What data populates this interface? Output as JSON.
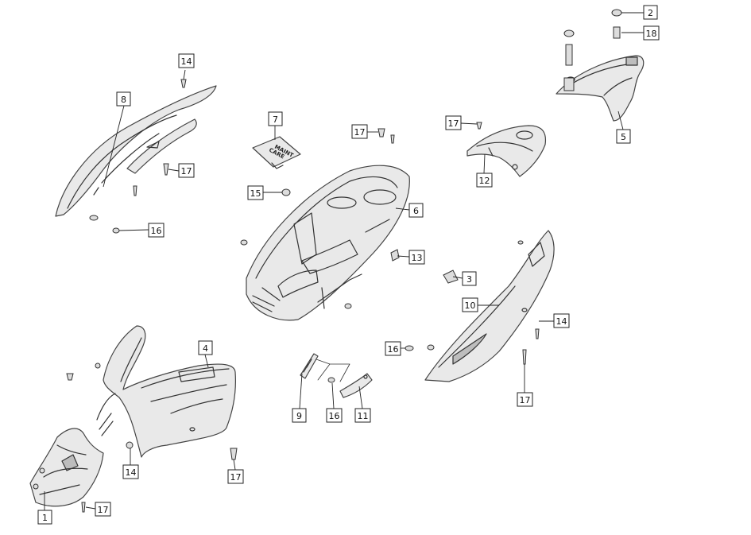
{
  "diagram": {
    "labels": [
      {
        "id": "c1",
        "text": "1"
      },
      {
        "id": "c2",
        "text": "2"
      },
      {
        "id": "c3",
        "text": "3"
      },
      {
        "id": "c4",
        "text": "4"
      },
      {
        "id": "c5",
        "text": "5"
      },
      {
        "id": "c6",
        "text": "6"
      },
      {
        "id": "c7",
        "text": "7"
      },
      {
        "id": "c8",
        "text": "8"
      },
      {
        "id": "c9",
        "text": "9"
      },
      {
        "id": "c10",
        "text": "10"
      },
      {
        "id": "c11",
        "text": "11"
      },
      {
        "id": "c12",
        "text": "12"
      },
      {
        "id": "c13",
        "text": "13"
      },
      {
        "id": "c14a",
        "text": "14"
      },
      {
        "id": "c14b",
        "text": "14"
      },
      {
        "id": "c14c",
        "text": "14"
      },
      {
        "id": "c15",
        "text": "15"
      },
      {
        "id": "c16a",
        "text": "16"
      },
      {
        "id": "c16b",
        "text": "16"
      },
      {
        "id": "c16c",
        "text": "16"
      },
      {
        "id": "c17a",
        "text": "17"
      },
      {
        "id": "c17b",
        "text": "17"
      },
      {
        "id": "c17c",
        "text": "17"
      },
      {
        "id": "c17d",
        "text": "17"
      },
      {
        "id": "c17e",
        "text": "17"
      },
      {
        "id": "c17f",
        "text": "17"
      },
      {
        "id": "c18",
        "text": "18"
      }
    ],
    "lid_text": {
      "line1": "CARE",
      "line2": "MAINT"
    }
  }
}
